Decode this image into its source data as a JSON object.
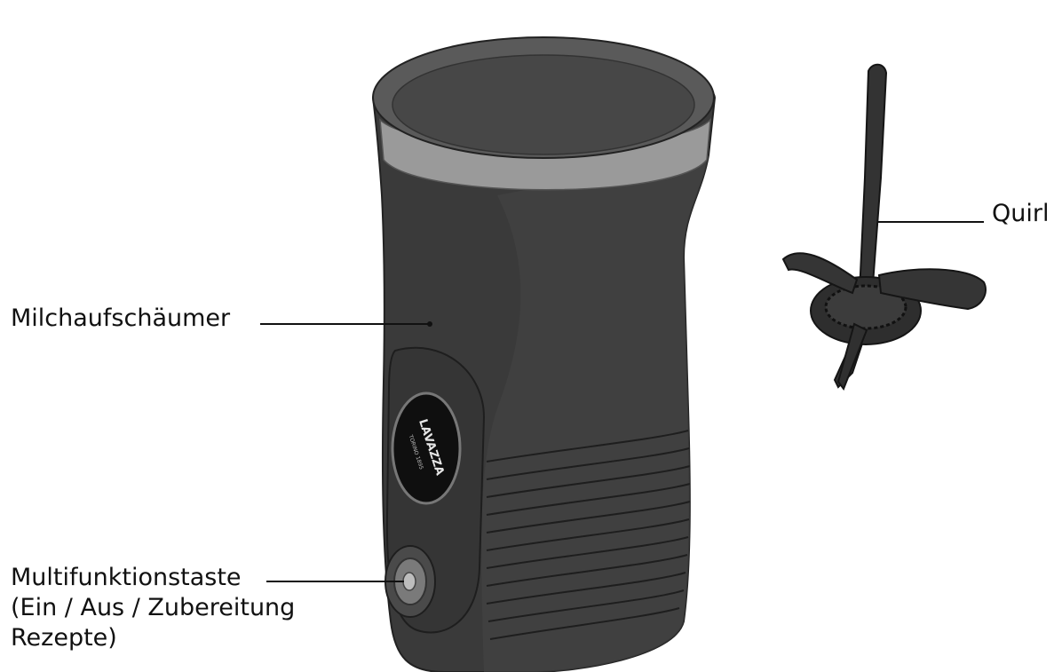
{
  "labels": {
    "frother": "Milchaufschäumer",
    "whisk": "Quirl",
    "button_line1": "Multifunktionstaste",
    "button_line2": "(Ein / Aus / Zubereitung",
    "button_line3": "Rezepte)"
  },
  "logo": {
    "brand": "LAVAZZA",
    "tagline": "TORINO 1895"
  },
  "colors": {
    "body": "#3a3a3a",
    "body_dark": "#2a2a2a",
    "rim": "#9a9a9a",
    "interior": "#4a4a4a",
    "whisk": "#333333",
    "line": "#111111"
  }
}
